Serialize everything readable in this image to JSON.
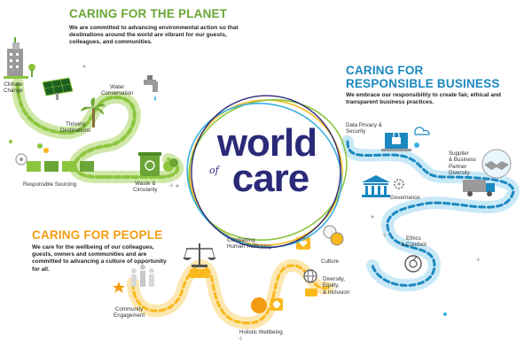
{
  "planet": {
    "heading": "CARING FOR THE PLANET",
    "text_lines": [
      "We are committed to advancing environmental action so that",
      "destinations around the world are vibrant for our guests,",
      "colleagues, and communities."
    ],
    "labels": {
      "climate": [
        "Climate",
        "Change"
      ],
      "water": [
        "Water",
        "Conservation"
      ],
      "destinations": [
        "Thriving",
        "Destinations"
      ],
      "sourcing": [
        "Responsible Sourcing"
      ],
      "waste": [
        "Waste &",
        "Circularity"
      ]
    }
  },
  "business": {
    "heading_lines": [
      "CARING FOR",
      "RESPONSIBLE BUSINESS"
    ],
    "text_lines": [
      "We embrace our responsibility to create fair, ethical and",
      "transparent business practices."
    ],
    "labels": {
      "privacy": [
        "Data Privacy &",
        "Security"
      ],
      "supplier": [
        "Supplier",
        "& Business",
        "Partner",
        "Diversity"
      ],
      "governance": [
        "Governance"
      ],
      "ethics": [
        "Ethics",
        "& Conduct"
      ]
    }
  },
  "people": {
    "heading": "CARING FOR PEOPLE",
    "text_lines": [
      "We care for the wellbeing of our colleagues,",
      "guests, owners and communities and are",
      "committed to advancing a culture of opportunity",
      "for all."
    ],
    "labels": {
      "trafficking": [
        "Combatting",
        "Human Trafficking"
      ],
      "culture": [
        "Culture"
      ],
      "dei": [
        "Diversity,",
        "Equity,",
        "& Inclusion"
      ],
      "community": [
        "Community",
        "Engagement"
      ],
      "wellbeing": [
        "Holistic Wellbeing"
      ]
    }
  },
  "logo": {
    "word_top": "world",
    "word_mid": "of",
    "word_bottom": "care"
  },
  "colors": {
    "green": "#8cc63f",
    "green_dark": "#6aa535",
    "blue": "#3ab0e2",
    "blue_dark": "#1b88c0",
    "yellow": "#f9b81b",
    "yellow_dark": "#f39c12",
    "navy": "#2a2a78",
    "gray": "#9a9a9a"
  },
  "icons": [
    "building-icon",
    "solar-panel-icon",
    "water-tap-icon",
    "palm-tree-icon",
    "recycle-bin-icon",
    "truck-icon",
    "lock-icon",
    "cloud-icon",
    "handshake-icon",
    "government-building-icon",
    "gear-icon",
    "star-icon",
    "scales-icon",
    "heart-icon",
    "globe-icon",
    "chat-bubble-icon"
  ]
}
